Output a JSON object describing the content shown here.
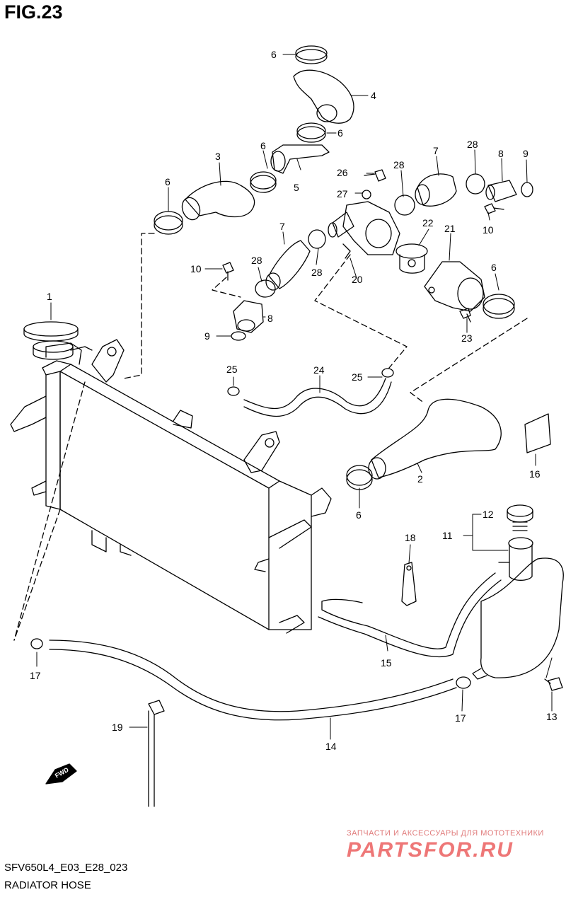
{
  "figure": {
    "title": "FIG.23",
    "code": "SFV650L4_E03_E28_023",
    "name": "RADIATOR HOSE"
  },
  "watermark": {
    "tagline": "ЗАПЧАСТИ И АКСЕССУАРЫ ДЛЯ МОТОТЕХНИКИ",
    "brand": "PARTSFOR.RU"
  },
  "fwd_label": "FWD",
  "callouts": [
    "1",
    "2",
    "3",
    "4",
    "5",
    "6",
    "6",
    "6",
    "6",
    "6",
    "6",
    "7",
    "7",
    "8",
    "8",
    "9",
    "9",
    "10",
    "10",
    "11",
    "12",
    "13",
    "14",
    "15",
    "16",
    "17",
    "17",
    "18",
    "19",
    "20",
    "21",
    "22",
    "23",
    "24",
    "25",
    "25",
    "26",
    "27",
    "28",
    "28",
    "28",
    "28"
  ]
}
